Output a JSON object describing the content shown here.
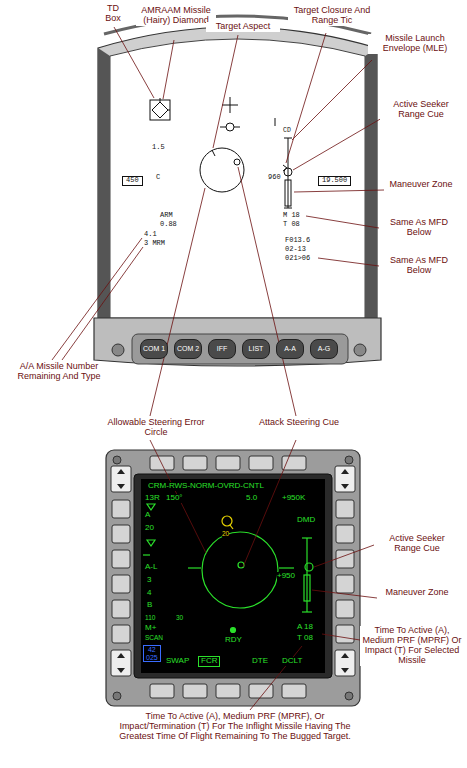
{
  "diagram": {
    "nodes": [
      {
        "text": [
          "COM 1"
        ]
      },
      {
        "text": [
          "COM 2"
        ]
      },
      {
        "text": [
          "IFF"
        ]
      },
      {
        "text": [
          "LIST"
        ]
      },
      {
        "text": [
          "A-A"
        ]
      },
      {
        "text": [
          "A-G"
        ]
      },
      {
        "text": [
          "450"
        ]
      },
      {
        "text": [
          "19.500"
        ]
      },
      {
        "text": [
          "FCR"
        ]
      },
      {
        "text": [
          "42",
          "025"
        ]
      }
    ],
    "labels": [
      "TD Box",
      "AMRAAM Missile (Hairy) Diamond",
      "Target Aspect",
      "Target Closure And Range Tic",
      "Missile Launch Envelope (MLE)",
      "Active Seeker Range Cue",
      "Maneuver Zone",
      "Same As MFD Below",
      "Same As MFD Below",
      "A/A Missile Number Remaining And Type",
      "Allowable Steering Error Circle",
      "Attack Steering Cue",
      "Active Seeker Range Cue",
      "Maneuver Zone",
      "Time To Active (A), Medium PRF (MPRF) Or Impact (T) For Selected Missile",
      "Time To Active (A), Medium PRF (MPRF), Or Impact/Termination (T) For The Inflight Missile Having The Greatest Time Of Flight Remaining To The Bugged Target.",
      "1.5",
      "C",
      "ARM",
      "0.88",
      "4.1",
      "3 MRM",
      "CD",
      "960",
      "M 18",
      "T 08",
      "F013.6",
      "02-13",
      "021>06",
      "CRM-RWS-NORM-OVRD-CNTL",
      "13R",
      "150°",
      "5.0",
      "+950K",
      "A",
      "20",
      "20",
      "DMD",
      "A-L",
      "3",
      "4",
      "B",
      "110",
      "30",
      "+950",
      "M+",
      "SCAN",
      "RDY",
      "A 18",
      "T 08",
      "SWAP",
      "DTE",
      "DCLT"
    ]
  }
}
